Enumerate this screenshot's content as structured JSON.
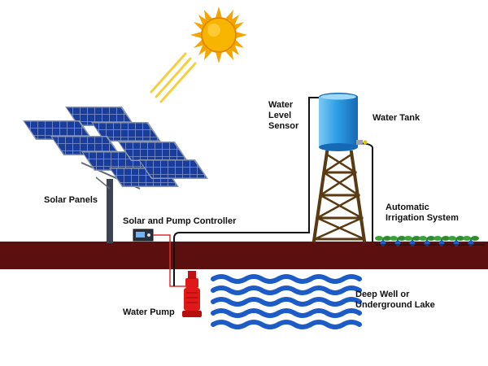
{
  "labels": {
    "solar_panels": "Solar Panels",
    "controller": "Solar and Pump Controller",
    "water_pump": "Water Pump",
    "water_level_sensor_line1": "Water",
    "water_level_sensor_line2": "Level",
    "water_level_sensor_line3": "Sensor",
    "water_tank": "Water Tank",
    "irrigation_line1": "Automatic",
    "irrigation_line2": "Irrigation System",
    "well_line1": "Deep Well or",
    "well_line2": "Underground Lake"
  },
  "icons": {
    "sun": "sun-icon",
    "panels": "solar-panel-array-icon",
    "controller": "controller-box-icon",
    "tank": "water-tank-icon",
    "tower": "tank-tower-icon",
    "pump": "submersible-pump-icon",
    "water": "water-waves-icon",
    "plants": "plant-icon"
  },
  "colors": {
    "ground": "#5c0f0f",
    "sun": "#f5a400",
    "sun_rays": "#f4d03f",
    "panel_blue": "#1a3d9c",
    "panel_frame": "#8a98ab",
    "tank_blue": "#2e9fe6",
    "tower_brown": "#5a3a12",
    "pump_red": "#e01818",
    "water_blue": "#1d5cc7",
    "plant_green": "#2e8b2e",
    "cable_red": "#d93030",
    "cable_black": "#111111"
  }
}
